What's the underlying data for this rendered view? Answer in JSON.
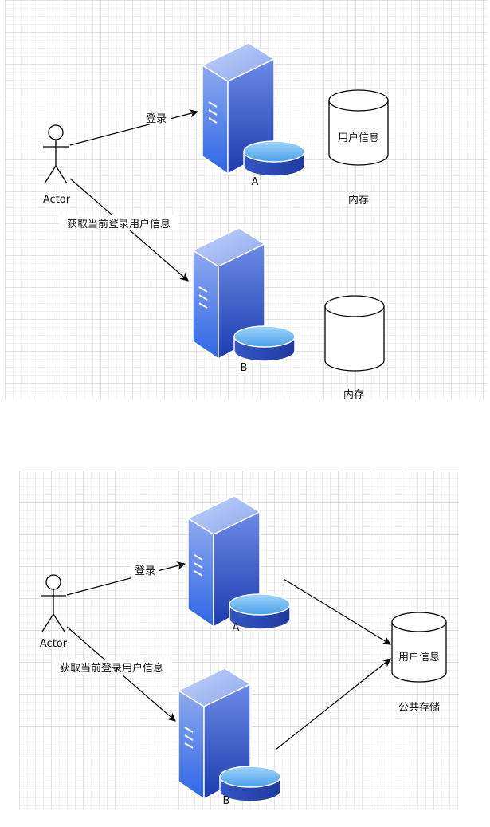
{
  "diagram_top": {
    "actor_label": "Actor",
    "login_label": "登录",
    "fetch_label": "获取当前登录用户信息",
    "server_a_label": "A",
    "server_b_label": "B",
    "db_a_label": "用户信息",
    "memory_a_label": "内存",
    "memory_b_label": "内存"
  },
  "diagram_bottom": {
    "actor_label": "Actor",
    "login_label": "登录",
    "fetch_label": "获取当前登录用户信息",
    "server_a_label": "A",
    "server_b_label": "B",
    "shared_db_label": "用户信息",
    "shared_storage_label": "公共存储"
  },
  "colors": {
    "server_light": "#8aa8ee",
    "server_dark": "#2454d8",
    "disk_top": "#64b4f0",
    "disk_side": "#2a4ab8",
    "line": "#000000"
  }
}
